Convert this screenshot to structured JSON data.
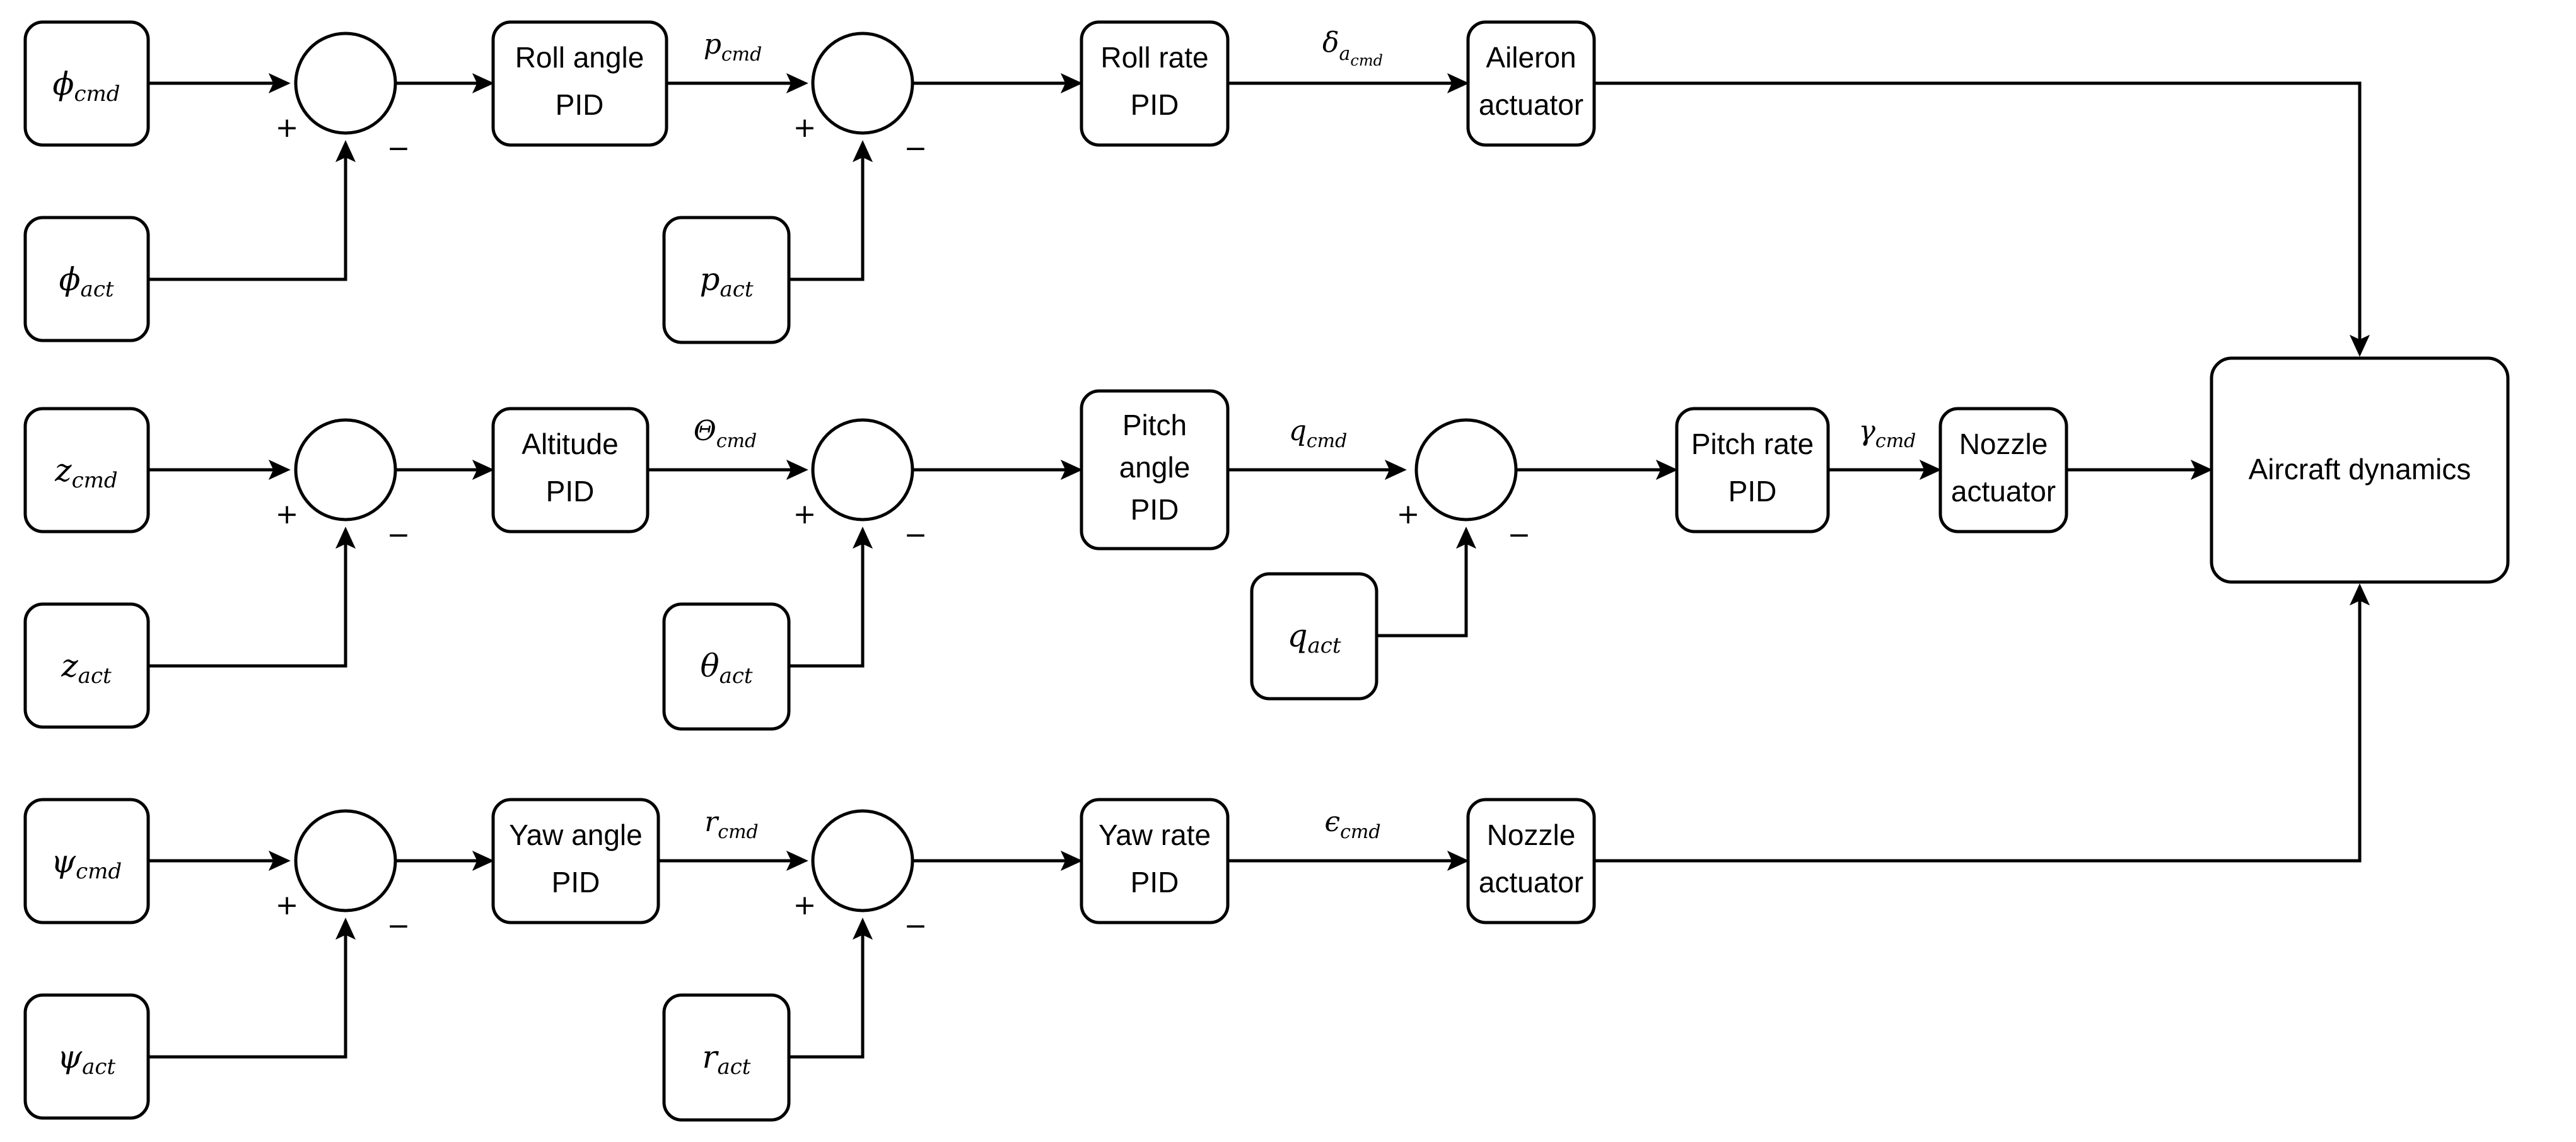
{
  "diagram": {
    "title": "Aircraft cascaded PID flight control block diagram",
    "stroke_color": "#000000",
    "fill_color": "#ffffff",
    "background": "#ffffff"
  },
  "blocks": {
    "phi_cmd": {
      "sym": "ϕ",
      "sub": "cmd"
    },
    "phi_act": {
      "sym": "ϕ",
      "sub": "act"
    },
    "p_act": {
      "sym": "p",
      "sub": "act"
    },
    "roll_angle_pid": {
      "line1": "Roll angle",
      "line2": "PID"
    },
    "roll_rate_pid": {
      "line1": "Roll rate",
      "line2": "PID"
    },
    "aileron_actuator": {
      "line1": "Aileron",
      "line2": "actuator"
    },
    "z_cmd": {
      "sym": "z",
      "sub": "cmd"
    },
    "z_act": {
      "sym": "z",
      "sub": "act"
    },
    "theta_act": {
      "sym": "θ",
      "sub": "act"
    },
    "q_act": {
      "sym": "q",
      "sub": "act"
    },
    "altitude_pid": {
      "line1": "Altitude",
      "line2": "PID"
    },
    "pitch_angle_pid": {
      "line1": "Pitch",
      "line2": "angle",
      "line3": "PID"
    },
    "pitch_rate_pid": {
      "line1": "Pitch rate",
      "line2": "PID"
    },
    "nozzle_actuator_pitch": {
      "line1": "Nozzle",
      "line2": "actuator"
    },
    "psi_cmd": {
      "sym": "ψ",
      "sub": "cmd"
    },
    "psi_act": {
      "sym": "ψ",
      "sub": "act"
    },
    "r_act": {
      "sym": "r",
      "sub": "act"
    },
    "yaw_angle_pid": {
      "line1": "Yaw angle",
      "line2": "PID"
    },
    "yaw_rate_pid": {
      "line1": "Yaw rate",
      "line2": "PID"
    },
    "nozzle_actuator_yaw": {
      "line1": "Nozzle",
      "line2": "actuator"
    },
    "aircraft_dynamics": {
      "line1": "Aircraft dynamics"
    }
  },
  "signals": {
    "p_cmd": {
      "sym": "p",
      "sub": "cmd"
    },
    "delta_a_cmd": {
      "sym": "δ",
      "sub": "a",
      "subsub": "cmd"
    },
    "Theta_cmd": {
      "sym": "Θ",
      "sub": "cmd"
    },
    "q_cmd": {
      "sym": "q",
      "sub": "cmd"
    },
    "gamma_cmd": {
      "sym": "γ",
      "sub": "cmd"
    },
    "r_cmd": {
      "sym": "r",
      "sub": "cmd"
    },
    "epsilon_cmd": {
      "sym": "ϵ",
      "sub": "cmd"
    }
  },
  "signs": {
    "plus": "+",
    "minus": "−"
  }
}
